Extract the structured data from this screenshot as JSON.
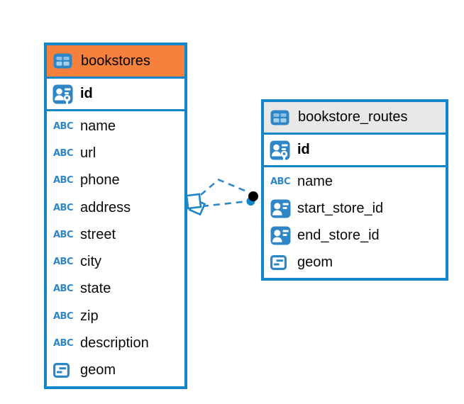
{
  "colors": {
    "table_border_blue": "#1386C9",
    "bookstores_header_bg": "#F6813C",
    "routes_header_bg": "#E8E8E8",
    "icon_blue": "#2F86C7",
    "icon_cell_light_blue": "#9CC7E8",
    "relationship_line_blue": "#2E87C8",
    "relationship_dot_black": "#000000",
    "text_black": "#000000"
  },
  "type_icon_labels": {
    "text": "ABC"
  },
  "tables": [
    {
      "name": "bookstores",
      "primary_key": {
        "name": "id",
        "icon": "person-id-key-icon"
      },
      "columns": [
        {
          "name": "name",
          "icon": "text-abc-icon"
        },
        {
          "name": "url",
          "icon": "text-abc-icon"
        },
        {
          "name": "phone",
          "icon": "text-abc-icon"
        },
        {
          "name": "address",
          "icon": "text-abc-icon"
        },
        {
          "name": "street",
          "icon": "text-abc-icon"
        },
        {
          "name": "city",
          "icon": "text-abc-icon"
        },
        {
          "name": "state",
          "icon": "text-abc-icon"
        },
        {
          "name": "zip",
          "icon": "text-abc-icon"
        },
        {
          "name": "description",
          "icon": "text-abc-icon"
        },
        {
          "name": "geom",
          "icon": "geometry-icon"
        }
      ]
    },
    {
      "name": "bookstore_routes",
      "primary_key": {
        "name": "id",
        "icon": "person-id-key-icon"
      },
      "columns": [
        {
          "name": "name",
          "icon": "text-abc-icon"
        },
        {
          "name": "start_store_id",
          "icon": "person-id-card-icon"
        },
        {
          "name": "end_store_id",
          "icon": "person-id-card-icon"
        },
        {
          "name": "geom",
          "icon": "geometry-icon"
        }
      ]
    }
  ],
  "relationship": {
    "from_table": "bookstores",
    "to_table": "bookstore_routes",
    "line_style": "dashed",
    "line_count": 2,
    "from_endpoint_glyph": "stacked-squares",
    "to_endpoint_glyph": "overlapping-dots"
  }
}
